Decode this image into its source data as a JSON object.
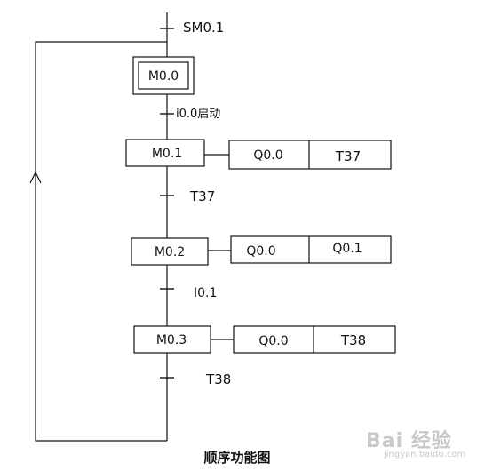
{
  "diagram": {
    "initial_transition": "SM0.1",
    "initial_step": "M0.0",
    "steps": [
      {
        "name": "M0.1",
        "transition_in": "i0.0启动",
        "actions": [
          "Q0.0",
          "T37"
        ]
      },
      {
        "name": "M0.2",
        "transition_in": "T37",
        "actions": [
          "Q0.0",
          "Q0.1"
        ]
      },
      {
        "name": "M0.3",
        "transition_in": "I0.1",
        "actions": [
          "Q0.0",
          "T38"
        ]
      }
    ],
    "final_transition": "T38",
    "caption": "顺序功能图"
  },
  "watermark": {
    "brand": "Bai 经验",
    "url": "jingyan.baidu.com"
  }
}
